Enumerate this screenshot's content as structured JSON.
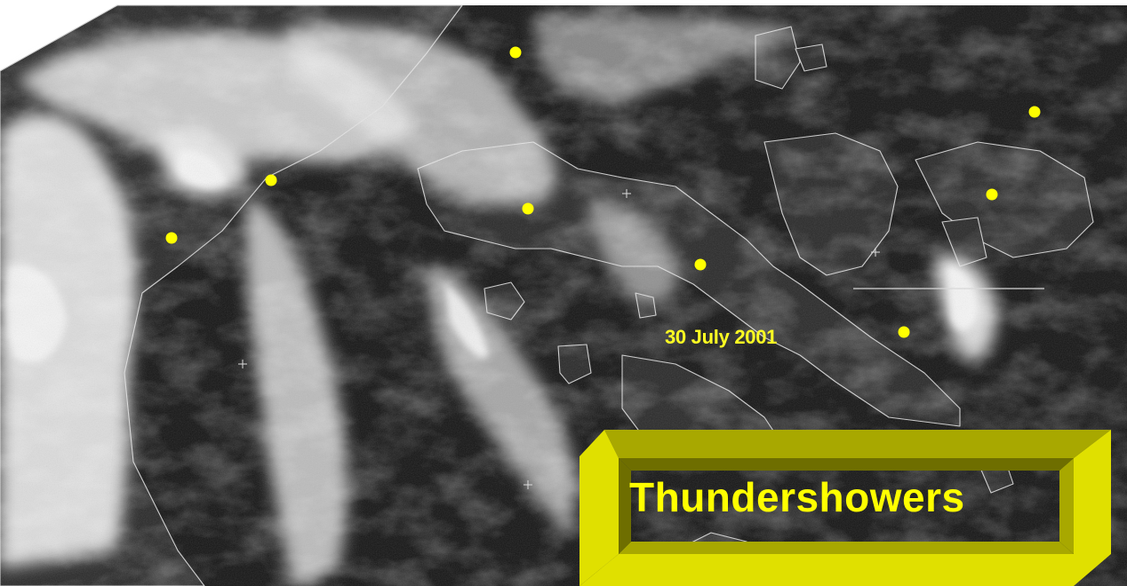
{
  "image": {
    "date_label": "30 July 2001",
    "title": "Thundershowers"
  },
  "colors": {
    "marker": "#ffff00",
    "date_text": "#ffff22",
    "title_text": "#ffff00",
    "frame_face": "#e0e000",
    "frame_shadow": "#a8a800",
    "frame_dark": "#6e6e00",
    "land_outline": "#cfcfcf",
    "sky_dark": "#151515"
  },
  "markers": [
    {
      "id": "marker-1",
      "label": ""
    },
    {
      "id": "marker-2",
      "label": ""
    },
    {
      "id": "marker-3",
      "label": ""
    },
    {
      "id": "marker-4",
      "label": ""
    },
    {
      "id": "marker-5",
      "label": ""
    },
    {
      "id": "marker-6",
      "label": ""
    },
    {
      "id": "marker-7",
      "label": ""
    },
    {
      "id": "marker-8",
      "label": ""
    },
    {
      "id": "marker-9",
      "label": ""
    }
  ]
}
